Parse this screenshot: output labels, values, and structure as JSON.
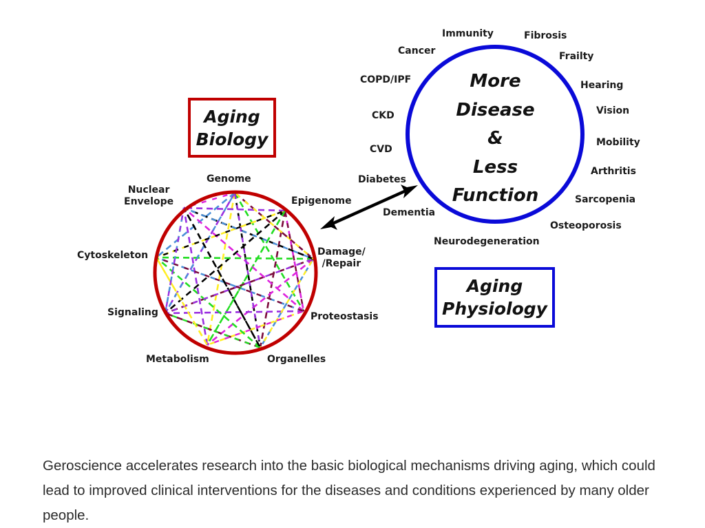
{
  "diagram": {
    "aging_biology_box": {
      "line1": "Aging",
      "line2": "Biology",
      "border_color": "#c00000"
    },
    "aging_physiology_box": {
      "line1": "Aging",
      "line2": "Physiology",
      "border_color": "#0a0ad8"
    },
    "biology_network": {
      "circle_color": "#c00000",
      "nodes": [
        {
          "id": "genome",
          "label": "Genome"
        },
        {
          "id": "epigenome",
          "label": "Epigenome"
        },
        {
          "id": "damage-repair",
          "label": "Damage/\n/Repair",
          "line1": "Damage/",
          "line2": "/Repair"
        },
        {
          "id": "proteostasis",
          "label": "Proteostasis"
        },
        {
          "id": "organelles",
          "label": "Organelles"
        },
        {
          "id": "metabolism",
          "label": "Metabolism"
        },
        {
          "id": "signaling",
          "label": "Signaling"
        },
        {
          "id": "cytoskeleton",
          "label": "Cytoskeleton"
        },
        {
          "id": "nuclear-envelope",
          "label": "Nuclear Envelope",
          "line1": "Nuclear",
          "line2": "Envelope"
        }
      ],
      "edge_colors": [
        "#7a0a3a",
        "#22dd22",
        "#000000",
        "#ffee22",
        "#9a2fe0",
        "#4a8fd8",
        "#dd22dd"
      ],
      "edges_description": "dashed multicolored lines connecting all pairs of nodes"
    },
    "physiology_circle": {
      "circle_color": "#0a0ad8",
      "center_lines": [
        "More",
        "Disease",
        "&",
        "Less",
        "Function"
      ],
      "conditions": [
        "Immunity",
        "Fibrosis",
        "Frailty",
        "Hearing",
        "Vision",
        "Mobility",
        "Arthritis",
        "Sarcopenia",
        "Osteoporosis",
        "Neurodegeneration",
        "Dementia",
        "Diabetes",
        "CVD",
        "CKD",
        "COPD/IPF",
        "Cancer"
      ]
    },
    "connector": "double-headed arrow between aging biology network and physiology circle"
  },
  "caption": "Geroscience accelerates research into the basic biological mechanisms driving aging, which could lead to improved clinical interventions for the diseases and conditions experienced by many older people."
}
